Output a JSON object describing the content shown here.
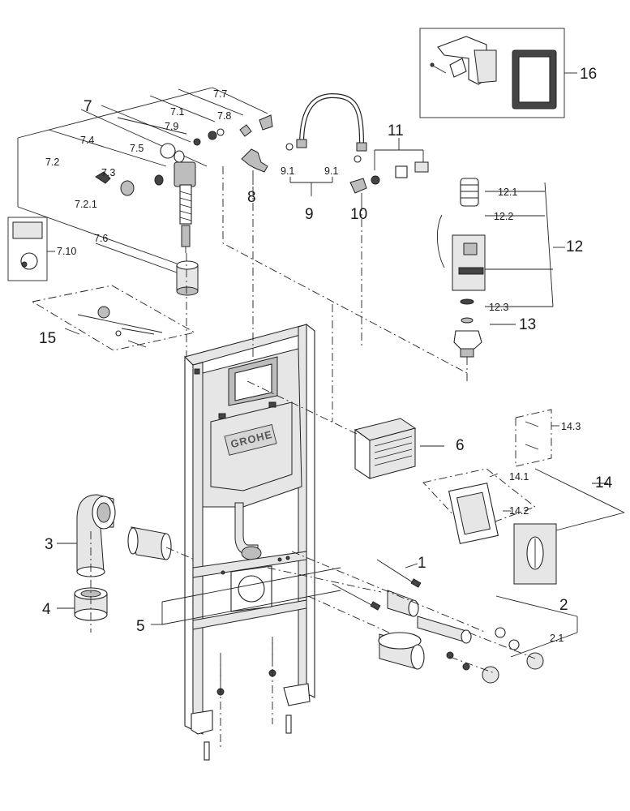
{
  "diagram": {
    "logo_text": "GROHE",
    "callouts": {
      "c1": "1",
      "c2": "2",
      "c2_1": "2.1",
      "c3": "3",
      "c4": "4",
      "c5": "5",
      "c6": "6",
      "c7": "7",
      "c7_1": "7.1",
      "c7_2": "7.2",
      "c7_2_1": "7.2.1",
      "c7_3": "7.3",
      "c7_4": "7.4",
      "c7_5": "7.5",
      "c7_6": "7.6",
      "c7_7": "7.7",
      "c7_8": "7.8",
      "c7_9": "7.9",
      "c7_10": "7.10",
      "c8": "8",
      "c9": "9",
      "c9_1a": "9.1",
      "c9_1b": "9.1",
      "c10": "10",
      "c11": "11",
      "c12": "12",
      "c12_1": "12.1",
      "c12_2": "12.2",
      "c12_3": "12.3",
      "c13": "13",
      "c14": "14",
      "c14_1": "14.1",
      "c14_2": "14.2",
      "c14_3": "14.3",
      "c15": "15",
      "c16": "16"
    }
  }
}
